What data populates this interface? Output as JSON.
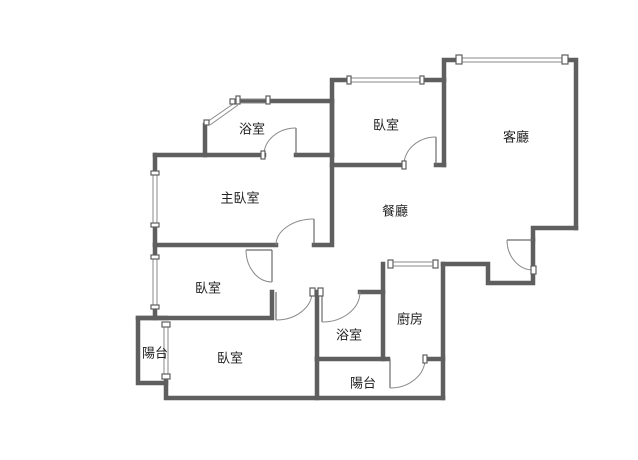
{
  "rooms": {
    "bath_top": "浴室",
    "bedroom_top": "臥室",
    "living": "客廳",
    "master": "主臥室",
    "dining": "餐廳",
    "bedroom_mid": "臥室",
    "kitchen": "廚房",
    "bath_mid": "浴室",
    "balcony_left": "陽台",
    "bedroom_bottom": "臥室",
    "balcony_bottom": "陽台"
  },
  "colors": {
    "wall": "#5f5f5f",
    "background": "#ffffff",
    "label": "#222222"
  }
}
